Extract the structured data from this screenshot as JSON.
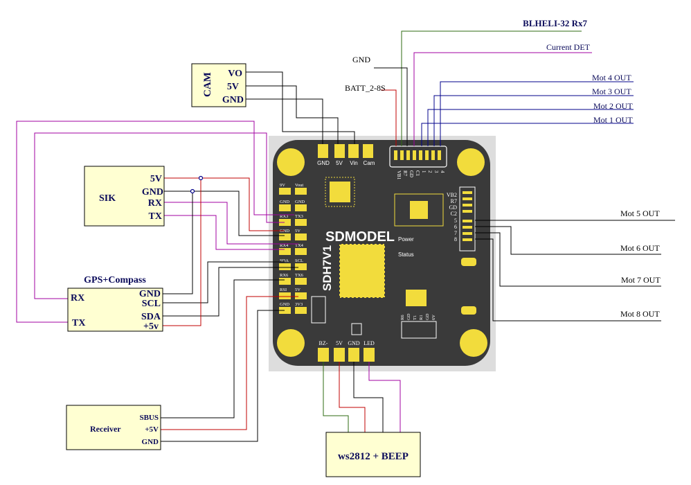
{
  "modules": {
    "cam": {
      "title": "CAM",
      "pins": [
        "VO",
        "5V",
        "GND"
      ]
    },
    "sik": {
      "title": "SIK",
      "pins": [
        "5V",
        "GND",
        "RX",
        "TX"
      ]
    },
    "gps": {
      "title": "GPS+Compass",
      "left_pins": [
        "RX",
        "TX"
      ],
      "right_pins": [
        "GND",
        "SCL",
        "SDA",
        "+5v"
      ]
    },
    "receiver": {
      "title": "Receiver",
      "pins": [
        "SBUS",
        "+5V",
        "GND"
      ]
    },
    "ws2812": {
      "title": "ws2812 + BEEP"
    }
  },
  "signals": {
    "blheli": "BLHELI-32  Rx7",
    "current": "Current DET",
    "gnd": "GND",
    "batt": "BATT_2-8S",
    "mot4": "Mot 4 OUT",
    "mot3": "Mot 3 OUT",
    "mot2": "Mot 2 OUT",
    "mot1": "Mot 1 OUT",
    "mot5": "Mot 5 OUT",
    "mot6": "Mot 6 OUT",
    "mot7": "Mot 7 OUT",
    "mot8": "Mot 8 OUT"
  },
  "board": {
    "brand": "SDMODEL",
    "model": "SDH7V1",
    "power_label": "Power",
    "status_label": "Status",
    "top_pads": [
      "GND",
      "5V",
      "Vin",
      "Cam"
    ],
    "esc_pads": [
      "VB1",
      "R7",
      "GD",
      "C1",
      "1",
      "2",
      "3",
      "4"
    ],
    "left_pads": [
      [
        "9V",
        "Vout"
      ],
      [
        "GND",
        "GND"
      ],
      [
        "RX3",
        "TX3"
      ],
      [
        "GND",
        "5V"
      ],
      [
        "RX4",
        "TX4"
      ],
      [
        "SDA",
        "SCL"
      ],
      [
        "RX6",
        "TX6"
      ],
      [
        "RSI",
        "5V"
      ],
      [
        "GND",
        "3V3"
      ]
    ],
    "right_pads": [
      "VB2",
      "R7",
      "GD",
      "C2",
      "5",
      "6",
      "7",
      "8"
    ],
    "bottom_pads": [
      "BZ-",
      "5V",
      "GND",
      "LED"
    ],
    "bottom_small": [
      "R6",
      "GD",
      "T1",
      "R1",
      "GD",
      "6V"
    ]
  },
  "colors": {
    "board": "#3a3a3a",
    "pad": "#f2dc3c",
    "wire_red": "#c00000",
    "wire_purple": "#a000a0",
    "wire_blue": "#00008b",
    "wire_green": "#2e6b10",
    "wire_black": "#000000",
    "module_fill": "#ffffd2",
    "label_navy": "#0a0a5a"
  }
}
